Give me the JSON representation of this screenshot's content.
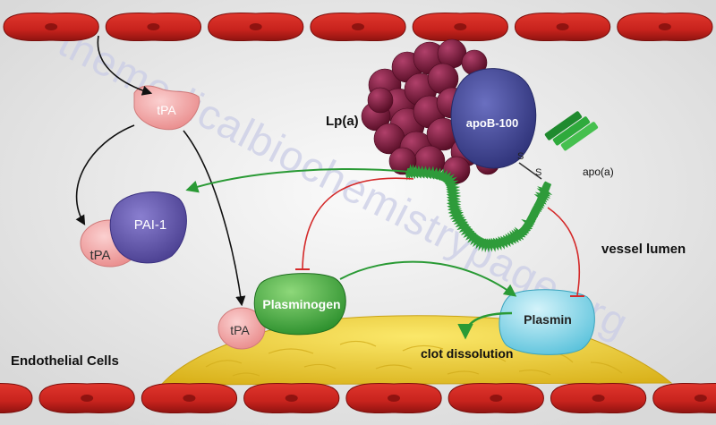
{
  "watermark": "themedicalbiochemistrypage.org",
  "labels": {
    "tpa_top": "tPA",
    "pai1": "PAI-1",
    "tpa_complex": "tPA",
    "lpa": "Lp(a)",
    "apob100": "apoB-100",
    "disulfide_s1": "S",
    "disulfide_s2": "S",
    "apoa": "apo(a)",
    "vessel_lumen": "vessel lumen",
    "plasminogen": "Plasminogen",
    "tpa_bound": "tPA",
    "plasmin": "Plasmin",
    "clot_dissolution": "clot dissolution",
    "endothelial_cells": "Endothelial Cells"
  },
  "colors": {
    "cell_red": "#c8231d",
    "cell_dark": "#8f1310",
    "tpa_pink": "#f2a3a3",
    "pai1_purple": "#5a4fa0",
    "lpa_maroon": "#7a1838",
    "apob_blue": "#3b3f8c",
    "apoa_green": "#2e9b3a",
    "plasminogen_green": "#3ea83c",
    "plasmin_cyan": "#7fd4e6",
    "clot_yellow": "#f2d43a",
    "arrow_black": "#111111",
    "arrow_green": "#2a9a35",
    "inhibit_red": "#d42a2a"
  }
}
